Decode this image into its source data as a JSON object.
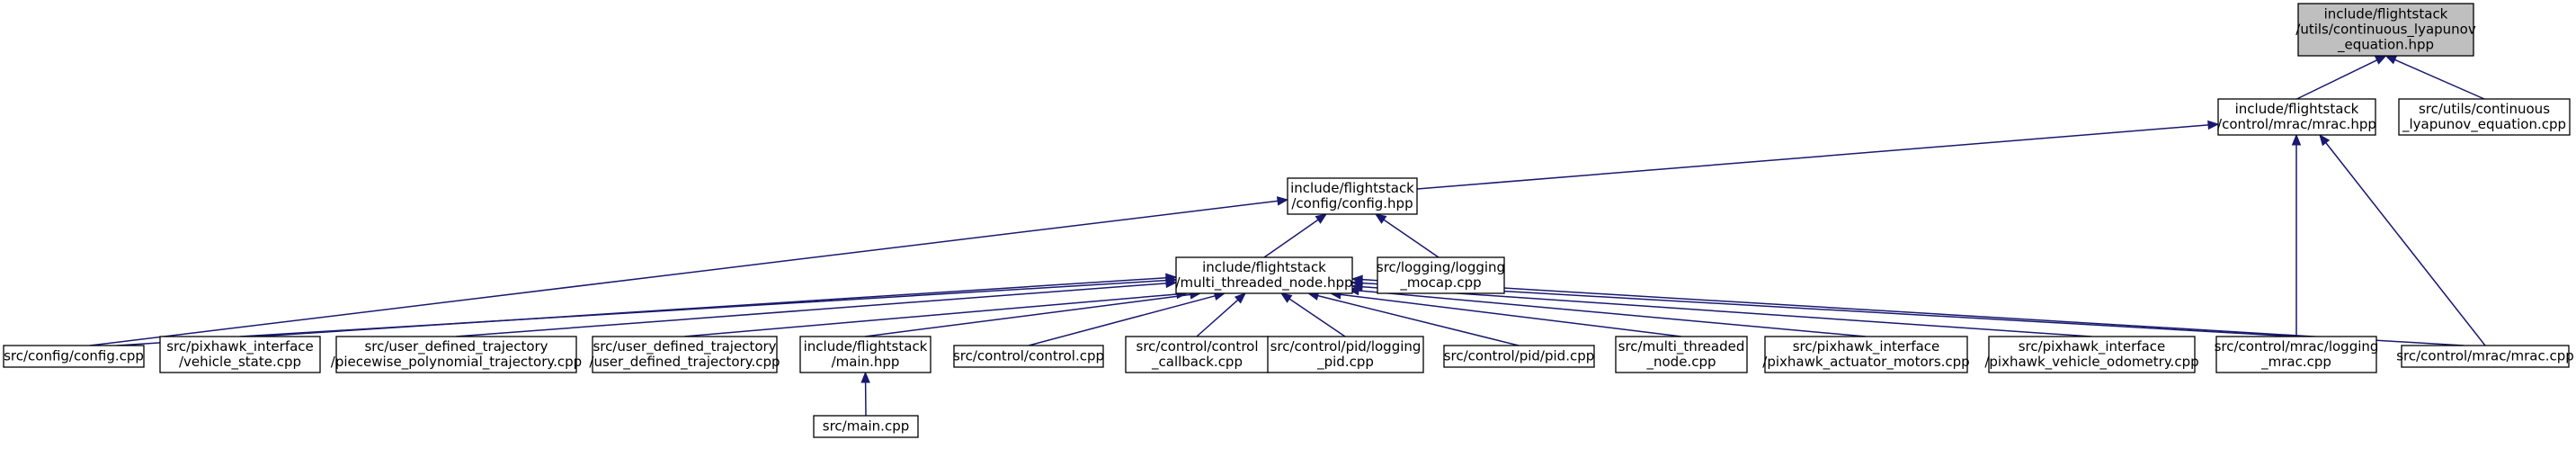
{
  "colors": {
    "edge": "#191970",
    "node_fill": "#ffffff",
    "root_fill": "#bfbfbf",
    "node_border": "#000000",
    "text": "#000000"
  },
  "nodes": [
    {
      "id": "lyap_hpp",
      "lines": [
        "include/flightstack",
        "/utils/continuous_lyapunov",
        "_equation.hpp"
      ],
      "root": true
    },
    {
      "id": "mrac_hpp",
      "lines": [
        "include/flightstack",
        "/control/mrac/mrac.hpp"
      ]
    },
    {
      "id": "lyap_cpp",
      "lines": [
        "src/utils/continuous",
        "_lyapunov_equation.cpp"
      ]
    },
    {
      "id": "config_hpp",
      "lines": [
        "include/flightstack",
        "/config/config.hpp"
      ]
    },
    {
      "id": "mtn_hpp",
      "lines": [
        "include/flightstack",
        "/multi_threaded_node.hpp"
      ]
    },
    {
      "id": "logmocap_cpp",
      "lines": [
        "src/logging/logging",
        "_mocap.cpp"
      ]
    },
    {
      "id": "config_cpp",
      "lines": [
        "src/config/config.cpp"
      ]
    },
    {
      "id": "vstate_cpp",
      "lines": [
        "src/pixhawk_interface",
        "/vehicle_state.cpp"
      ]
    },
    {
      "id": "piecewise_cpp",
      "lines": [
        "src/user_defined_trajectory",
        "/piecewise_polynomial_trajectory.cpp"
      ]
    },
    {
      "id": "udt_cpp",
      "lines": [
        "src/user_defined_trajectory",
        "/user_defined_trajectory.cpp"
      ]
    },
    {
      "id": "main_hpp",
      "lines": [
        "include/flightstack",
        "/main.hpp"
      ]
    },
    {
      "id": "control_cpp",
      "lines": [
        "src/control/control.cpp"
      ]
    },
    {
      "id": "ctrlcb_cpp",
      "lines": [
        "src/control/control",
        "_callback.cpp"
      ]
    },
    {
      "id": "logpid_cpp",
      "lines": [
        "src/control/pid/logging",
        "_pid.cpp"
      ]
    },
    {
      "id": "pid_cpp",
      "lines": [
        "src/control/pid/pid.cpp"
      ]
    },
    {
      "id": "mtn_cpp",
      "lines": [
        "src/multi_threaded",
        "_node.cpp"
      ]
    },
    {
      "id": "actmot_cpp",
      "lines": [
        "src/pixhawk_interface",
        "/pixhawk_actuator_motors.cpp"
      ]
    },
    {
      "id": "vodom_cpp",
      "lines": [
        "src/pixhawk_interface",
        "/pixhawk_vehicle_odometry.cpp"
      ]
    },
    {
      "id": "logmrac_cpp",
      "lines": [
        "src/control/mrac/logging",
        "_mrac.cpp"
      ]
    },
    {
      "id": "mrac_cpp",
      "lines": [
        "src/control/mrac/mrac.cpp"
      ]
    },
    {
      "id": "main_cpp",
      "lines": [
        "src/main.cpp"
      ]
    }
  ],
  "edges": [
    [
      "mrac_hpp",
      "lyap_hpp"
    ],
    [
      "lyap_cpp",
      "lyap_hpp"
    ],
    [
      "config_hpp",
      "mrac_hpp"
    ],
    [
      "logmrac_cpp",
      "mrac_hpp"
    ],
    [
      "mrac_cpp",
      "mrac_hpp"
    ],
    [
      "mtn_hpp",
      "config_hpp"
    ],
    [
      "logmocap_cpp",
      "config_hpp"
    ],
    [
      "config_cpp",
      "config_hpp"
    ],
    [
      "config_cpp",
      "mtn_hpp"
    ],
    [
      "vstate_cpp",
      "mtn_hpp"
    ],
    [
      "piecewise_cpp",
      "mtn_hpp"
    ],
    [
      "udt_cpp",
      "mtn_hpp"
    ],
    [
      "main_hpp",
      "mtn_hpp"
    ],
    [
      "control_cpp",
      "mtn_hpp"
    ],
    [
      "ctrlcb_cpp",
      "mtn_hpp"
    ],
    [
      "logpid_cpp",
      "mtn_hpp"
    ],
    [
      "pid_cpp",
      "mtn_hpp"
    ],
    [
      "mtn_cpp",
      "mtn_hpp"
    ],
    [
      "actmot_cpp",
      "mtn_hpp"
    ],
    [
      "vodom_cpp",
      "mtn_hpp"
    ],
    [
      "logmrac_cpp",
      "mtn_hpp"
    ],
    [
      "mrac_cpp",
      "mtn_hpp"
    ],
    [
      "main_cpp",
      "main_hpp"
    ]
  ]
}
